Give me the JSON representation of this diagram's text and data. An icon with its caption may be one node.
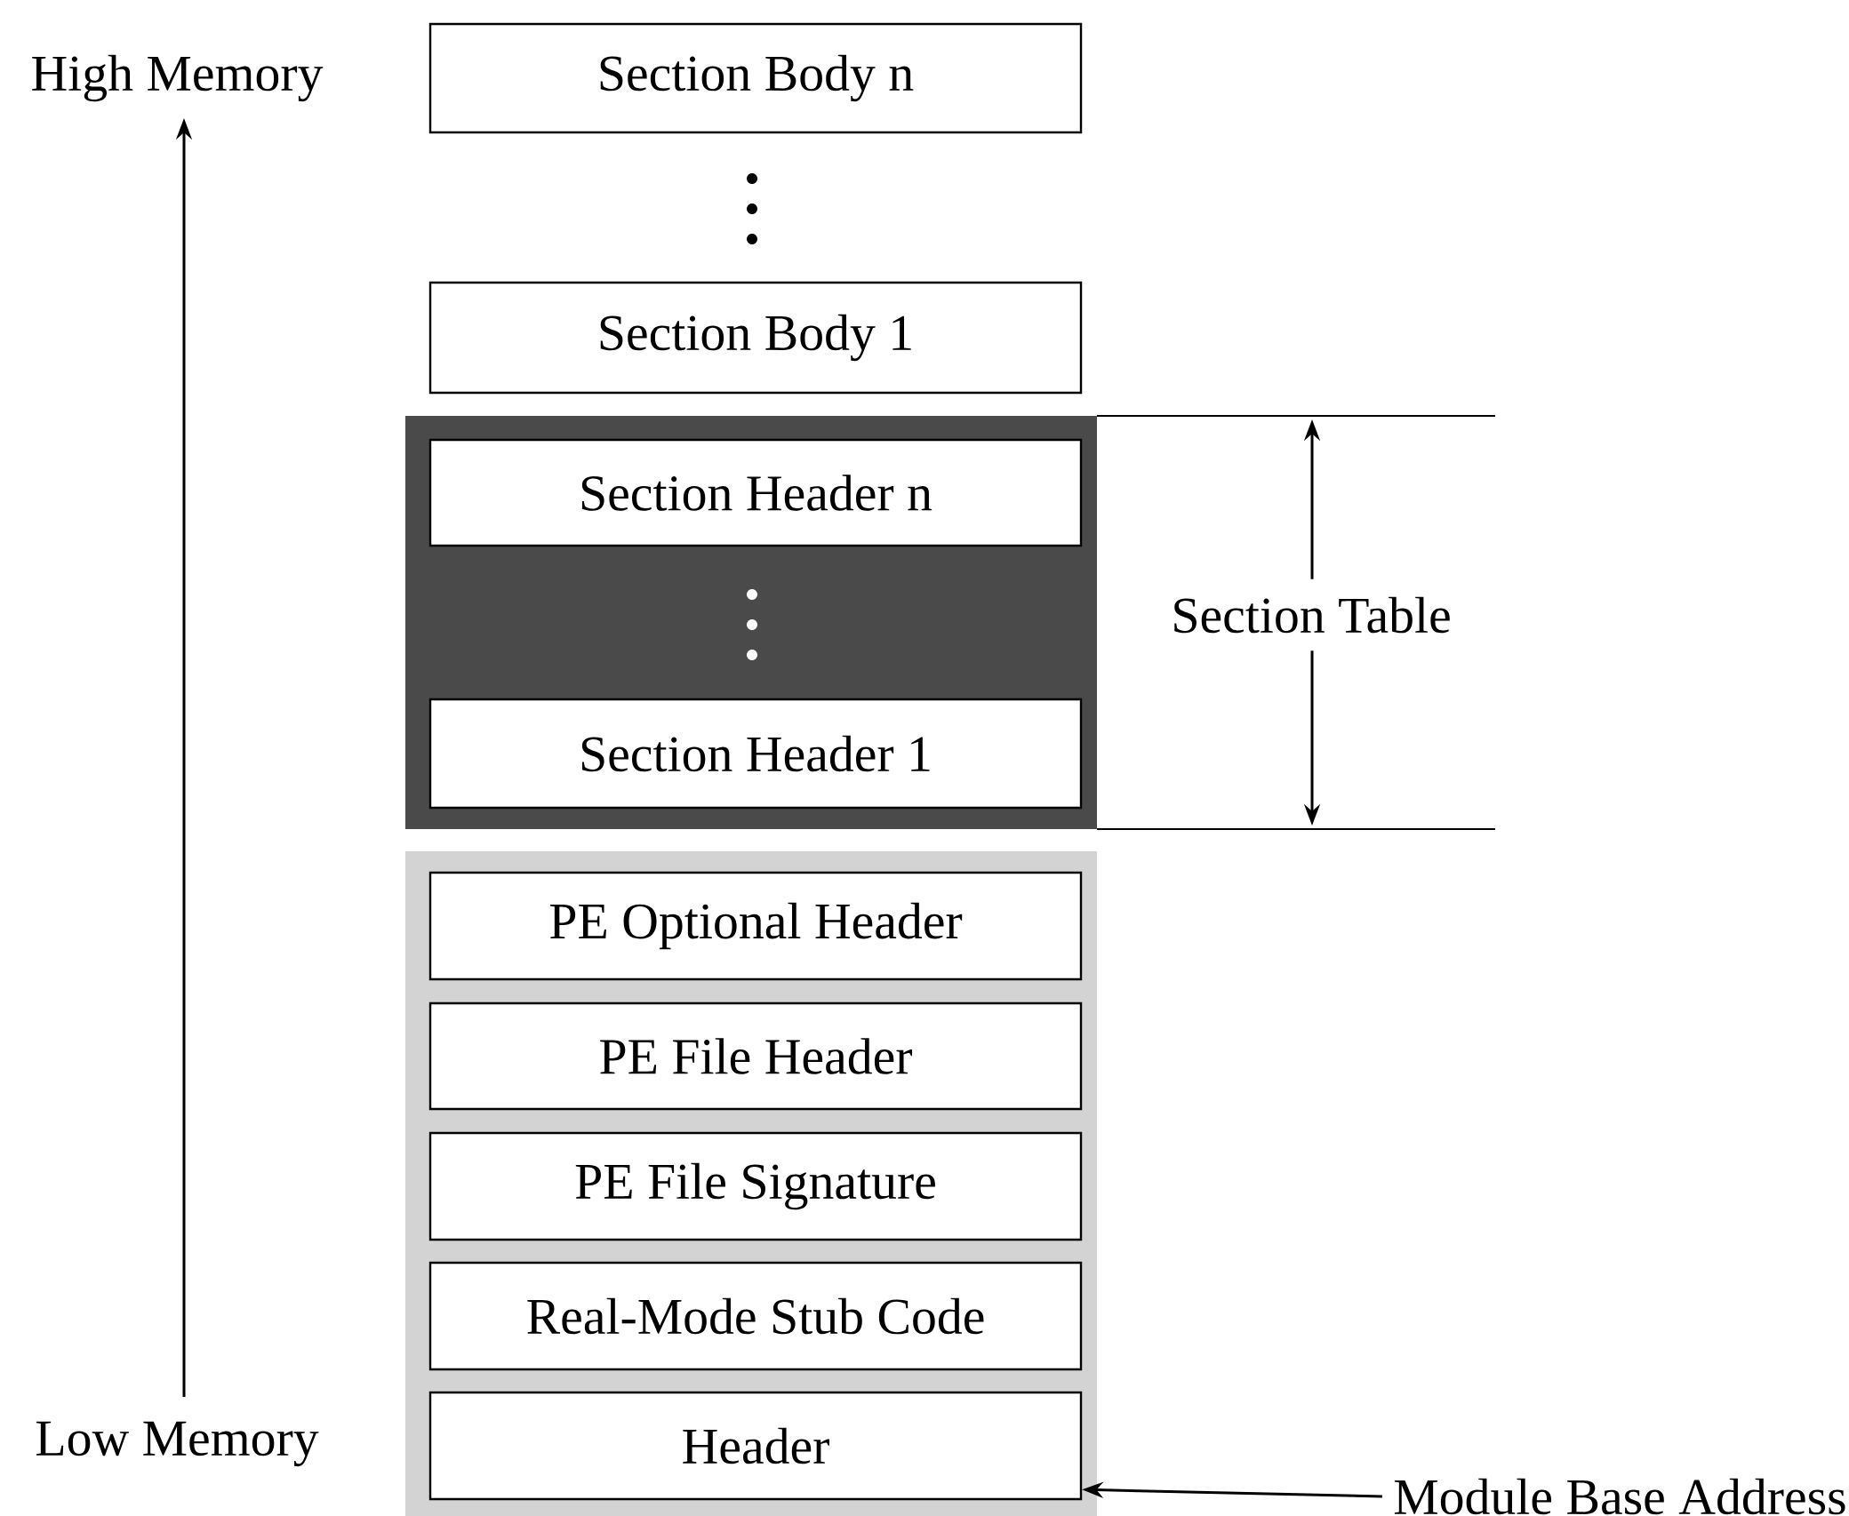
{
  "diagram": {
    "nodes": [
      {
        "text": [
          "Section Body n"
        ]
      },
      {
        "text": [
          "Section Body 1"
        ]
      },
      {
        "text": [
          "Section Table"
        ]
      },
      {
        "text": [
          "Section Header n"
        ],
        "in": 2
      },
      {
        "text": [
          "Section Header 1"
        ],
        "in": 2
      },
      {
        "text": [],
        "shape": "box"
      },
      {
        "text": [
          "PE Optional Header"
        ],
        "in": 5
      },
      {
        "text": [
          "PE File Header"
        ],
        "in": 5
      },
      {
        "text": [
          "PE File Signature"
        ],
        "in": 5
      },
      {
        "text": [
          "Real-Mode Stub Code"
        ],
        "in": 5
      },
      {
        "text": [
          "Header"
        ],
        "in": 5
      },
      {
        "text": [
          "Module Base Address"
        ]
      }
    ],
    "edges": [
      {
        "from": 11,
        "to": 10,
        "arrow": "to"
      }
    ],
    "labels": [
      "High Memory",
      "Low Memory"
    ]
  }
}
